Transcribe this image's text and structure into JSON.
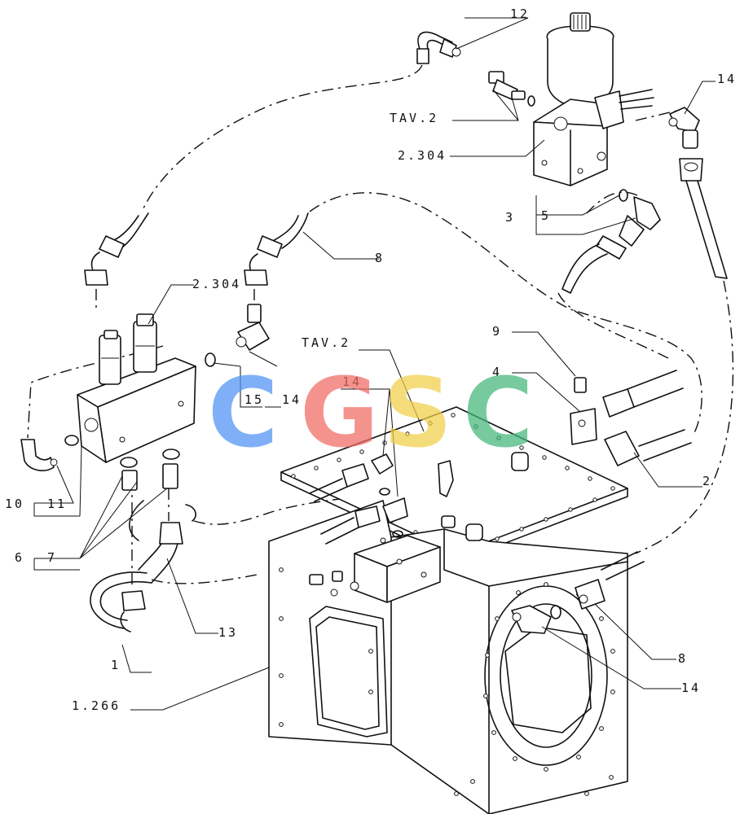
{
  "callouts": {
    "c12": "12",
    "tav2_top": "TAV.2",
    "c2304_top": "2.304",
    "c14_top": "14",
    "c3": "3",
    "c5": "5",
    "c8_top": "8",
    "c2304_left": "2.304",
    "tav2_mid": "TAV.2",
    "c14_mid": "14",
    "c15": "15",
    "c14_left": "14",
    "c9": "9",
    "c4": "4",
    "c2": "2",
    "c10": "10",
    "c11": "11",
    "c6": "6",
    "c7": "7",
    "c13": "13",
    "c1": "1",
    "c8_bottom": "8",
    "c14_bottom": "14",
    "c1266": "1.266"
  },
  "watermark": {
    "letters": [
      "C",
      "G",
      "S",
      "C"
    ],
    "colors": [
      "#4f93f4",
      "#f06a64",
      "#f2cf48",
      "#43b77a"
    ]
  }
}
